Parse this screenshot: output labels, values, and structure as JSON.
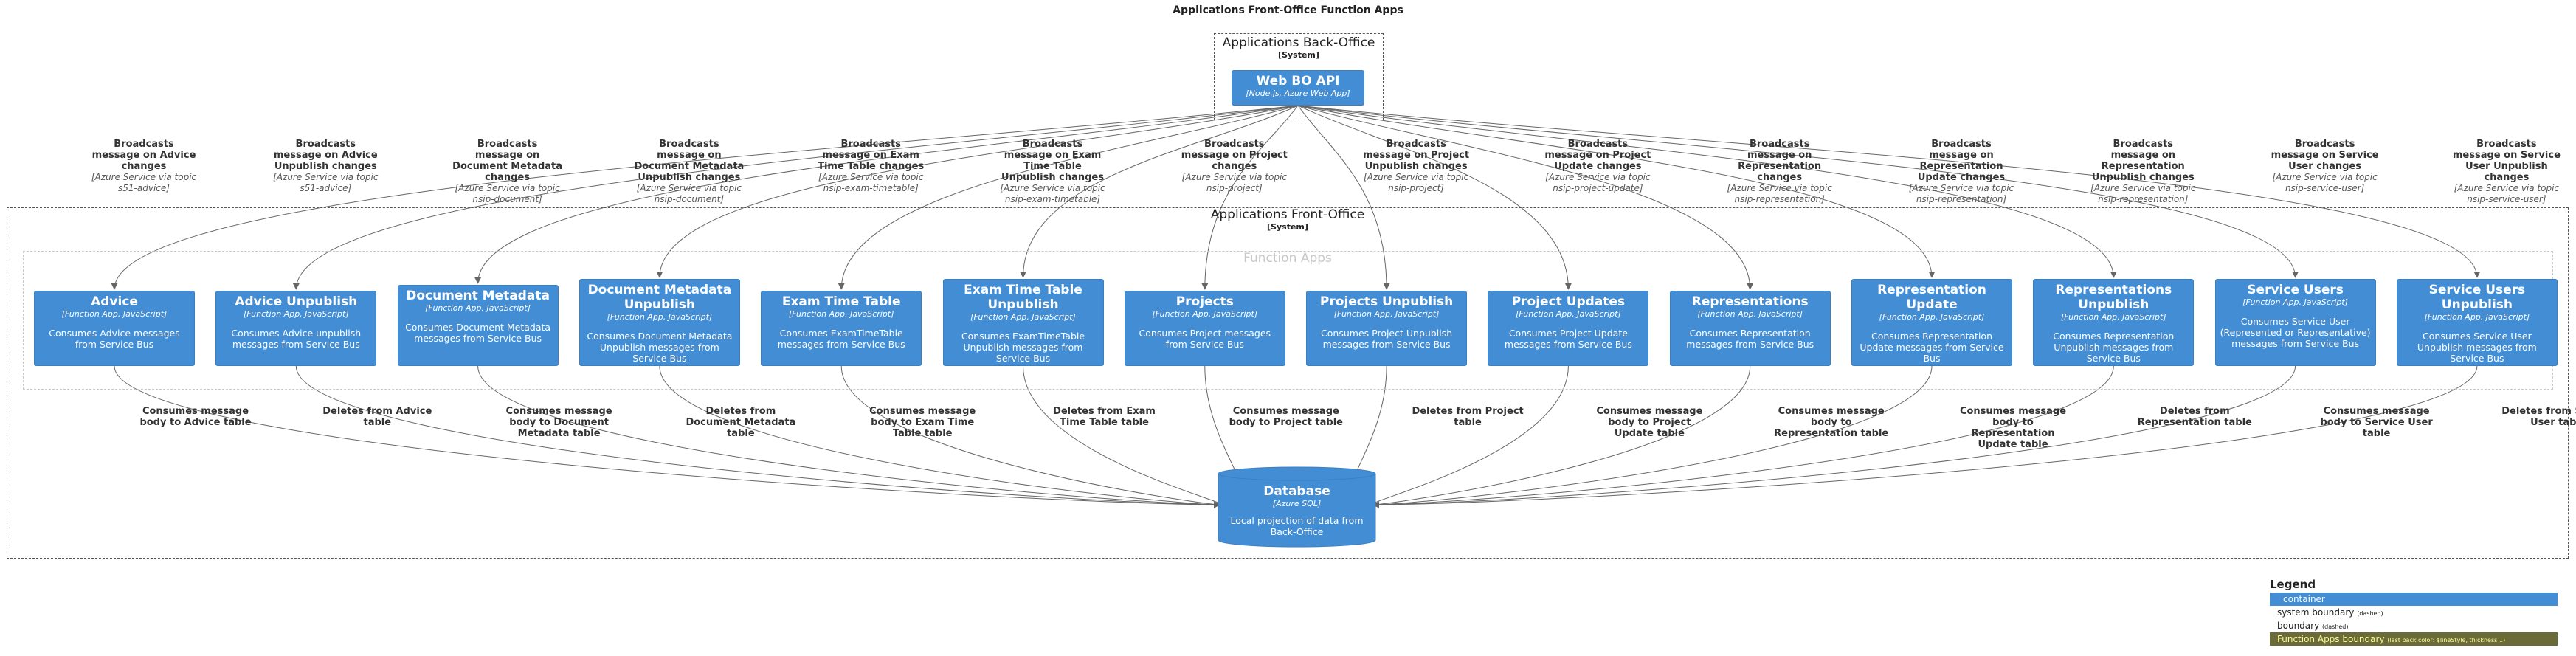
{
  "title": "Applications Front-Office Function Apps",
  "back_office": {
    "name": "Applications Back-Office",
    "type": "[System]"
  },
  "front_office": {
    "name": "Applications Front-Office",
    "type": "[System]"
  },
  "function_apps": {
    "name": "Function Apps"
  },
  "web_bo_api": {
    "name": "Web BO API",
    "tech": "[Node.js, Azure Web App]"
  },
  "database": {
    "name": "Database",
    "tech": "[Azure SQL]",
    "desc": "Local projection of data from Back-Office"
  },
  "functions": [
    {
      "name": "Advice",
      "tech": "[Function App, JavaScript]",
      "desc": "Consumes Advice messages from Service Bus",
      "broadcast": "Broadcasts message on Advice changes",
      "topic": "[Azure Service via topic s51-advice]",
      "db": "Consumes message body to Advice table"
    },
    {
      "name": "Advice Unpublish",
      "tech": "[Function App, JavaScript]",
      "desc": "Consumes Advice unpublish messages from Service Bus",
      "broadcast": "Broadcasts message on Advice Unpublish changes",
      "topic": "[Azure Service via topic s51-advice]",
      "db": "Deletes from Advice table"
    },
    {
      "name": "Document Metadata",
      "tech": "[Function App, JavaScript]",
      "desc": "Consumes Document Metadata messages from Service Bus",
      "broadcast": "Broadcasts message on Document Metadata changes",
      "topic": "[Azure Service via topic nsip-document]",
      "db": "Consumes message body to Document Metadata table"
    },
    {
      "name": "Document Metadata Unpublish",
      "tech": "[Function App, JavaScript]",
      "desc": "Consumes Document Metadata Unpublish messages from Service Bus",
      "broadcast": "Broadcasts message on Document Metadata Unpublish changes",
      "topic": "[Azure Service via topic nsip-document]",
      "db": "Deletes from Document Metadata table"
    },
    {
      "name": "Exam Time Table",
      "tech": "[Function App, JavaScript]",
      "desc": "Consumes ExamTimeTable messages from Service Bus",
      "broadcast": "Broadcasts message on Exam Time Table changes",
      "topic": "[Azure Service via topic nsip-exam-timetable]",
      "db": "Consumes message body to Exam Time Table table"
    },
    {
      "name": "Exam Time Table Unpublish",
      "tech": "[Function App, JavaScript]",
      "desc": "Consumes ExamTimeTable Unpublish messages from Service Bus",
      "broadcast": "Broadcasts message on Exam Time Table Unpublish changes",
      "topic": "[Azure Service via topic nsip-exam-timetable]",
      "db": "Deletes from Exam Time Table table"
    },
    {
      "name": "Projects",
      "tech": "[Function App, JavaScript]",
      "desc": "Consumes Project messages from Service Bus",
      "broadcast": "Broadcasts message on Project changes",
      "topic": "[Azure Service via topic nsip-project]",
      "db": "Consumes message body to Project table"
    },
    {
      "name": "Projects Unpublish",
      "tech": "[Function App, JavaScript]",
      "desc": "Consumes Project Unpublish messages from Service Bus",
      "broadcast": "Broadcasts message on Project Unpublish changes",
      "topic": "[Azure Service via topic nsip-project]",
      "db": "Deletes from Project table"
    },
    {
      "name": "Project Updates",
      "tech": "[Function App, JavaScript]",
      "desc": "Consumes Project Update messages from Service Bus",
      "broadcast": "Broadcasts message on Project Update changes",
      "topic": "[Azure Service via topic nsip-project-update]",
      "db": "Consumes message body to Project Update table"
    },
    {
      "name": "Representations",
      "tech": "[Function App, JavaScript]",
      "desc": "Consumes Representation messages from Service Bus",
      "broadcast": "Broadcasts message on Representation changes",
      "topic": "[Azure Service via topic nsip-representation]",
      "db": "Consumes message body to Representation table"
    },
    {
      "name": "Representation Update",
      "tech": "[Function App, JavaScript]",
      "desc": "Consumes Representation Update messages from Service Bus",
      "broadcast": "Broadcasts message on Representation Update changes",
      "topic": "[Azure Service via topic nsip-representation]",
      "db": "Consumes message body to Representation Update table"
    },
    {
      "name": "Representations Unpublish",
      "tech": "[Function App, JavaScript]",
      "desc": "Consumes Representation Unpublish messages from Service Bus",
      "broadcast": "Broadcasts message on Representation Unpublish changes",
      "topic": "[Azure Service via topic nsip-representation]",
      "db": "Deletes from Representation table"
    },
    {
      "name": "Service Users",
      "tech": "[Function App, JavaScript]",
      "desc": "Consumes Service User (Represented or Representative) messages from Service Bus",
      "broadcast": "Broadcasts message on Service User changes",
      "topic": "[Azure Service via topic nsip-service-user]",
      "db": "Consumes message body to Service User table"
    },
    {
      "name": "Service Users Unpublish",
      "tech": "[Function App, JavaScript]",
      "desc": "Consumes Service User Unpublish messages from Service Bus",
      "broadcast": "Broadcasts message on Service User Unpublish changes",
      "topic": "[Azure Service via topic nsip-service-user]",
      "db": "Deletes from Service User table"
    }
  ],
  "legend": {
    "title": "Legend",
    "container": "container",
    "system_boundary": "system boundary",
    "system_boundary_note": "(dashed)",
    "boundary": "boundary",
    "boundary_note": "(dashed)",
    "function_apps_boundary": "Function Apps boundary",
    "function_apps_boundary_note": "(last back color: $lineStyle, thickness 1)"
  },
  "colors": {
    "container": "#438dd5",
    "edge": "#666666",
    "legend_fn_bg": "#6b6b3a"
  }
}
